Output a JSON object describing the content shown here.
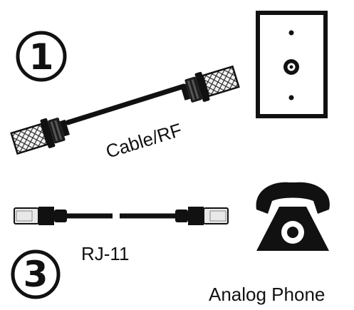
{
  "steps": [
    {
      "number": "1"
    },
    {
      "number": "3"
    }
  ],
  "labels": {
    "cable_rf": "Cable/RF",
    "rj11": "RJ-11",
    "analog_phone": "Analog Phone"
  },
  "icons": {
    "wall_plate": "coax-wall-outlet-icon",
    "coax_cable": "coax-cable-icon",
    "phone_cable": "rj11-cable-icon",
    "phone": "analog-phone-icon"
  },
  "colors": {
    "ink": "#111111",
    "background": "#ffffff",
    "connector_light": "#e8e8e8"
  }
}
